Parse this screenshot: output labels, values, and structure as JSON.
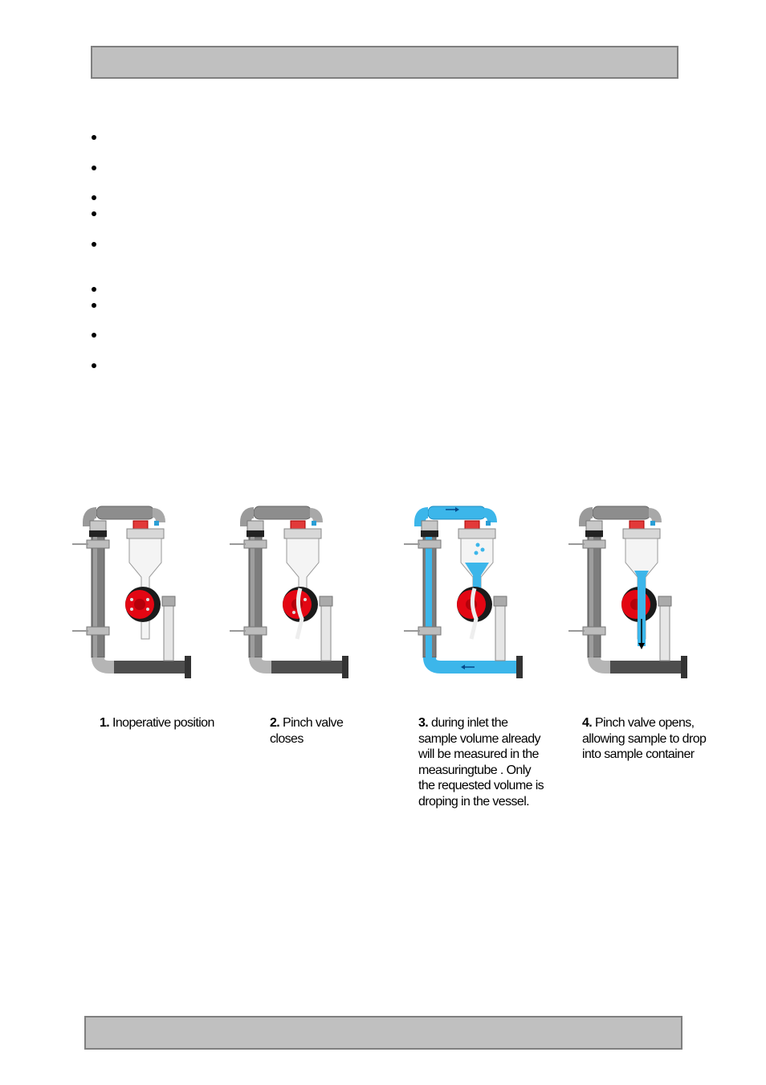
{
  "steps": [
    {
      "num": "1.",
      "text": "Inoperative position",
      "lines": [
        "Inoperative position"
      ]
    },
    {
      "num": "2.",
      "text": "Pinch valve closes",
      "lines": [
        "Pinch valve",
        "closes"
      ]
    },
    {
      "num": "3.",
      "text": "during inlet the sample volume already will be measured in the measuringtube . Only the requested volume is droping in the vessel.",
      "lines": [
        "during inlet the",
        "sample volume already",
        "will be measured in the",
        "measuringtube . Only",
        "the requested volume is",
        "droping in the vessel."
      ]
    },
    {
      "num": "4.",
      "text": "Pinch valve opens, allowing sample to drop into sample container",
      "lines": [
        "Pinch valve opens,",
        "allowing sample to drop",
        "into sample container"
      ]
    }
  ],
  "colors": {
    "header_bar": "#c0c0c0",
    "valve_red": "#e30613",
    "water_blue": "#3cb6ea",
    "pipe_grey": "#8a8a8a"
  },
  "icons": [
    "pinch-valve-icon",
    "sampler-diagram"
  ]
}
